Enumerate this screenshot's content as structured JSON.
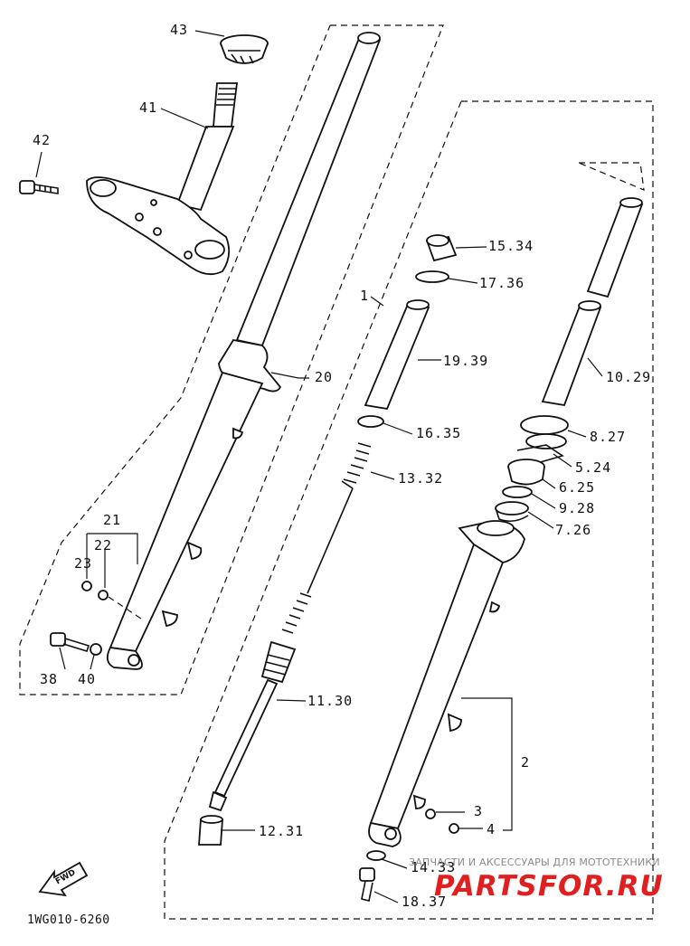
{
  "labels": {
    "p43": "43",
    "p41": "41",
    "p42": "42",
    "p20": "20",
    "p21": "21",
    "p22": "22",
    "p23": "23",
    "p38": "38",
    "p40": "40",
    "p15": "15.34",
    "p17": "17.36",
    "p1": "1",
    "p19": "19.39",
    "p16": "16.35",
    "p13": "13.32",
    "p11": "11.30",
    "p12": "12.31",
    "p10": "10.29",
    "p8": "8.27",
    "p5": "5.24",
    "p6": "6.25",
    "p9": "9.28",
    "p7": "7.26",
    "p2": "2",
    "p3": "3",
    "p4": "4",
    "p14": "14.33",
    "p18": "18.37"
  },
  "fwd_label": "FWD",
  "diagram_code": "1WG010-6260",
  "watermark": {
    "tagline": "ЗАПЧАСТИ И АКСЕССУАРЫ ДЛЯ МОТОТЕХНИКИ",
    "logo": "PARTSFOR.RU"
  }
}
